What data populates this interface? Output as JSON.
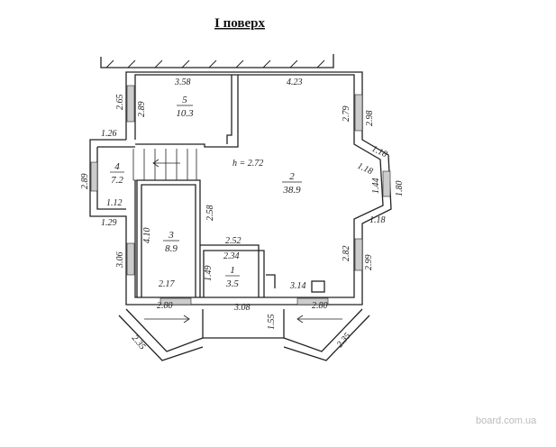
{
  "title": "I поверх",
  "ceiling_height": "h = 2.72",
  "rooms": [
    {
      "number": "1",
      "area": "3.5"
    },
    {
      "number": "2",
      "area": "38.9"
    },
    {
      "number": "3",
      "area": "8.9"
    },
    {
      "number": "4",
      "area": "7.2"
    },
    {
      "number": "5",
      "area": "10.3"
    }
  ],
  "dimensions": {
    "d358": "3.58",
    "d423": "4.23",
    "d265": "2.65",
    "d289": "2.89",
    "d279": "2.79",
    "d298": "2.98",
    "d126": "1.26",
    "d118a": "1.18",
    "d118b": "1.18",
    "d118c": "1.18",
    "d144": "1.44",
    "d180": "1.80",
    "d289b": "2.89",
    "d112": "1.12",
    "d258": "2.58",
    "d129": "1.29",
    "d410": "4.10",
    "d306": "3.06",
    "d252": "2.52",
    "d234": "2.34",
    "d282": "2.82",
    "d299": "2.99",
    "d149": "1.49",
    "d217": "2.17",
    "d314": "3.14",
    "d280a": "2.80",
    "d308": "3.08",
    "d155": "1.55",
    "d280b": "2.80",
    "d235a": "2.35",
    "d235b": "2.35"
  },
  "watermark": "board.com.ua"
}
